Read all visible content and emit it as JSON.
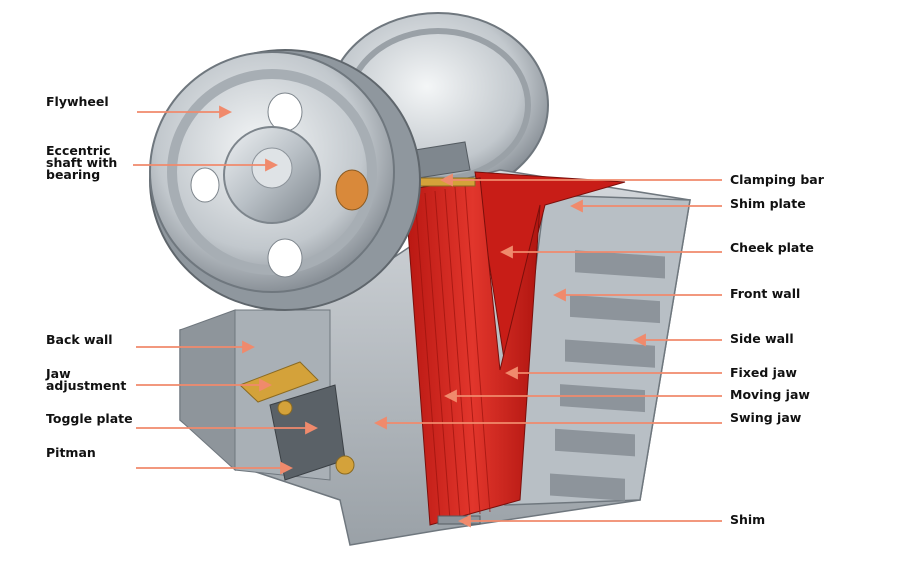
{
  "colors": {
    "arrow": "#f08a6c",
    "jaw_red": "#d8261f",
    "steel": "#c9ced3",
    "steel_dark": "#8d949b",
    "brass": "#d4a23a"
  },
  "labels": {
    "left": {
      "flywheel": "Flywheel",
      "eccentric_shaft": "Eccentric\nshaft with\nbearing",
      "back_wall": "Back wall",
      "jaw_adjustment": "Jaw\nadjustment",
      "toggle_plate": "Toggle plate",
      "pitman": "Pitman"
    },
    "right": {
      "clamping_bar": "Clamping bar",
      "shim_plate": "Shim plate",
      "cheek_plate": "Cheek plate",
      "front_wall": "Front wall",
      "side_wall": "Side wall",
      "fixed_jaw": "Fixed jaw",
      "moving_jaw": "Moving jaw",
      "swing_jaw": "Swing jaw",
      "shim": "Shim"
    }
  }
}
